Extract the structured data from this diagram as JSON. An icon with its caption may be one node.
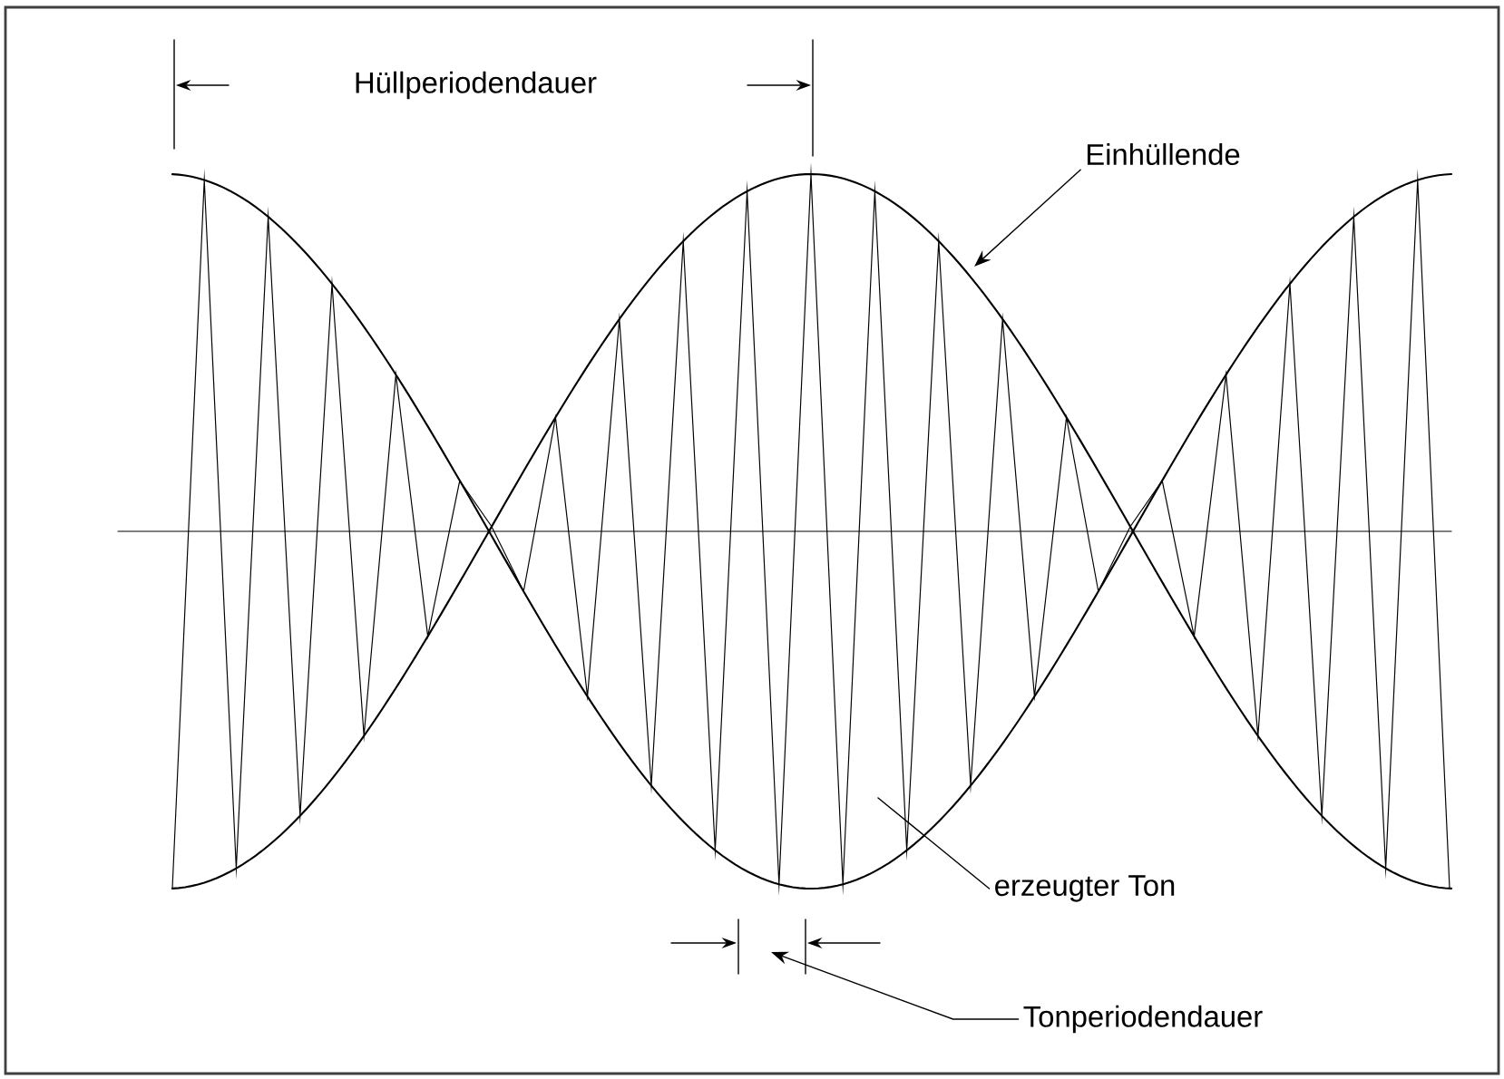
{
  "diagram": {
    "nodes": [
      {
        "text": [
          "Einhüllende"
        ]
      },
      {
        "text": [
          "erzeugter Ton"
        ]
      },
      {
        "text": [
          "Tonperiodendauer"
        ]
      }
    ],
    "edges": [
      {
        "from": 0,
        "to": null,
        "arrow": "to"
      },
      {
        "from": 1,
        "to": null,
        "arrow": "none"
      },
      {
        "from": 2,
        "to": null,
        "arrow": "to"
      }
    ],
    "labels": [
      "Hüllperiodendauer"
    ]
  }
}
